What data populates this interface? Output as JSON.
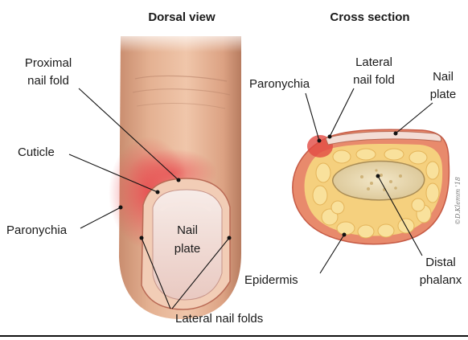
{
  "headings": {
    "dorsal": "Dorsal view",
    "cross": "Cross section"
  },
  "labels": {
    "proximal_1": "Proximal",
    "proximal_2": "nail fold",
    "cuticle": "Cuticle",
    "paronychia_left": "Paronychia",
    "nail_plate_left_1": "Nail",
    "nail_plate_left_2": "plate",
    "lateral_nail_folds": "Lateral nail folds",
    "paronychia_right": "Paronychia",
    "lateral_1": "Lateral",
    "lateral_2": "nail fold",
    "nail_plate_right_1": "Nail",
    "nail_plate_right_2": "plate",
    "epidermis": "Epidermis",
    "distal_1": "Distal",
    "distal_2": "phalanx"
  },
  "credit": "©D.Klemm '18",
  "colors": {
    "skin": "#e9b99c",
    "skin_shadow": "#c98d6f",
    "inflamed": "#e8434a",
    "nail": "#f1dcd6",
    "fat": "#f6d98a",
    "bone": "#eedfb7",
    "border": "#111111"
  }
}
